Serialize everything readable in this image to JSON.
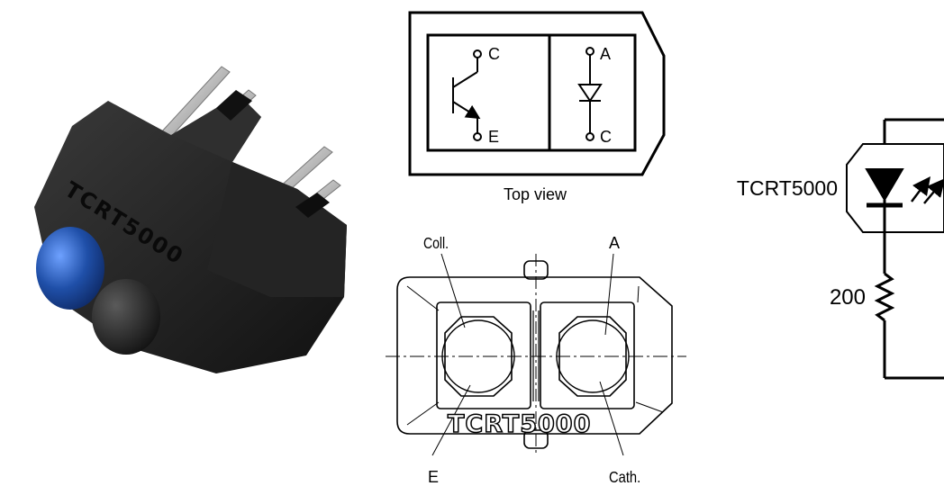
{
  "photo": {
    "body_marking": "TCRT5000"
  },
  "top_view": {
    "transistor": {
      "collector_label": "C",
      "emitter_label": "E"
    },
    "diode": {
      "anode_label": "A",
      "cathode_label": "C"
    },
    "caption": "Top view"
  },
  "package_drawing": {
    "coll_label": "Coll.",
    "anode_label": "A",
    "emitter_label": "E",
    "cathode_label": "Cath.",
    "marking": "TCRT5000"
  },
  "schematic": {
    "part_label": "TCRT5000",
    "resistor_label": "200"
  },
  "colors": {
    "line": "#000000",
    "package_body": "#1b1b1b",
    "emitter_lens": "#1f4fa8",
    "pins": "#c8c8c8"
  }
}
